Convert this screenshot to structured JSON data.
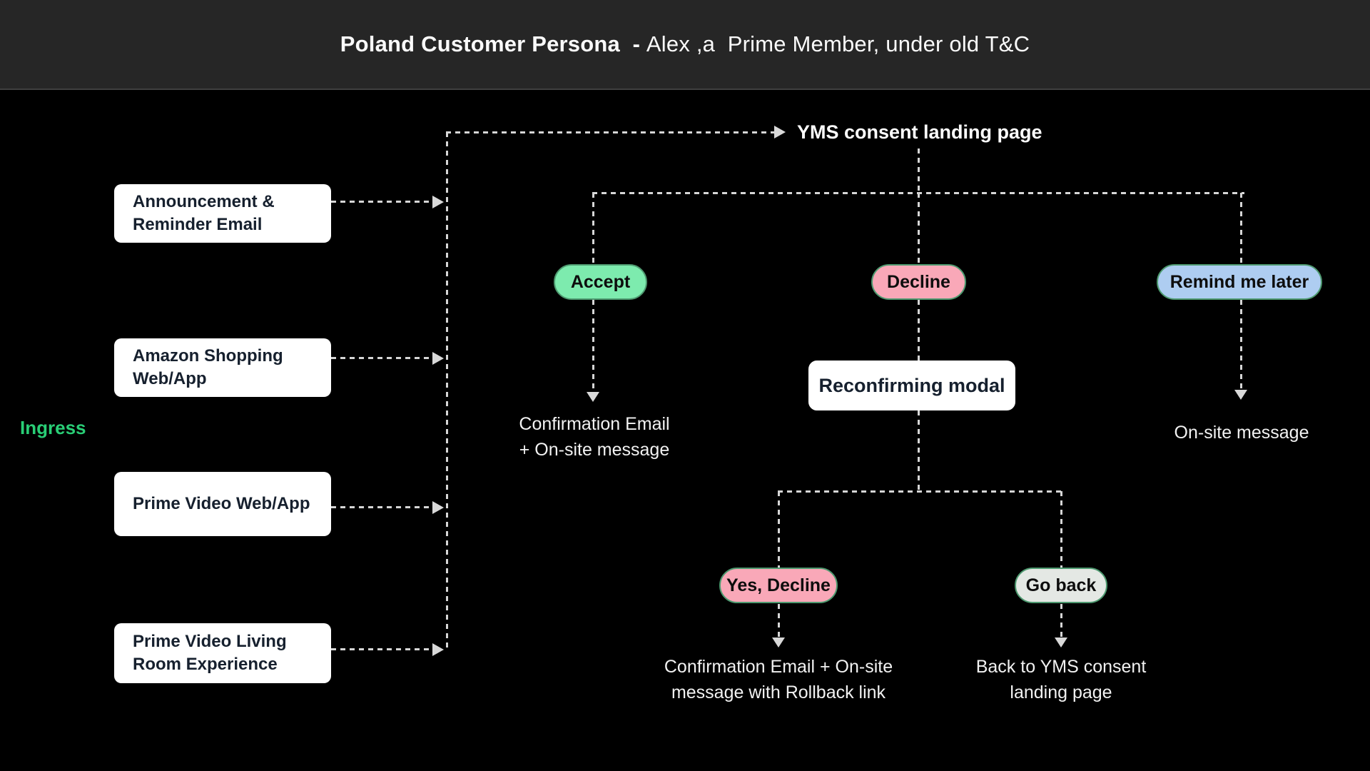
{
  "colors": {
    "header-bg": "#262626",
    "canvas-bg": "#000000",
    "ingress-green": "#29CE76",
    "node-text": "#16202E",
    "dash": "#D6D6D6",
    "arrow": "#D9D9D9",
    "flow-text": "#F2F2F2",
    "pill-accept": "#7DEBAE",
    "pill-decline": "#F9A8B8",
    "pill-remind": "#AECDF1",
    "pill-yes-decline": "#F9A8B8",
    "pill-go-back": "#E4E8E4",
    "pill-border": "#4E9A70"
  },
  "header": {
    "title_bold": "Poland Customer Persona  - ",
    "title_regular": "Alex ,a  Prime Member, under old T&C"
  },
  "ingress": {
    "label": "Ingress"
  },
  "sources": {
    "announcement": "Announcement &\nReminder Email",
    "shopping": "Amazon Shopping\nWeb/App",
    "prime_video": "Prime Video Web/App",
    "living_room": "Prime Video Living\nRoom Experience"
  },
  "landing": {
    "label": "YMS consent landing page"
  },
  "choices": {
    "accept": "Accept",
    "decline": "Decline",
    "remind": "Remind me later"
  },
  "modal": {
    "label": "Reconfirming modal"
  },
  "modal_choices": {
    "yes_decline": "Yes, Decline",
    "go_back": "Go back"
  },
  "outcomes": {
    "accept": "Confirmation  Email\n+ On-site message",
    "remind": "On-site message",
    "yes_decline": "Confirmation Email + On-site\nmessage  with Rollback link",
    "go_back": "Back to YMS consent\nlanding page"
  }
}
